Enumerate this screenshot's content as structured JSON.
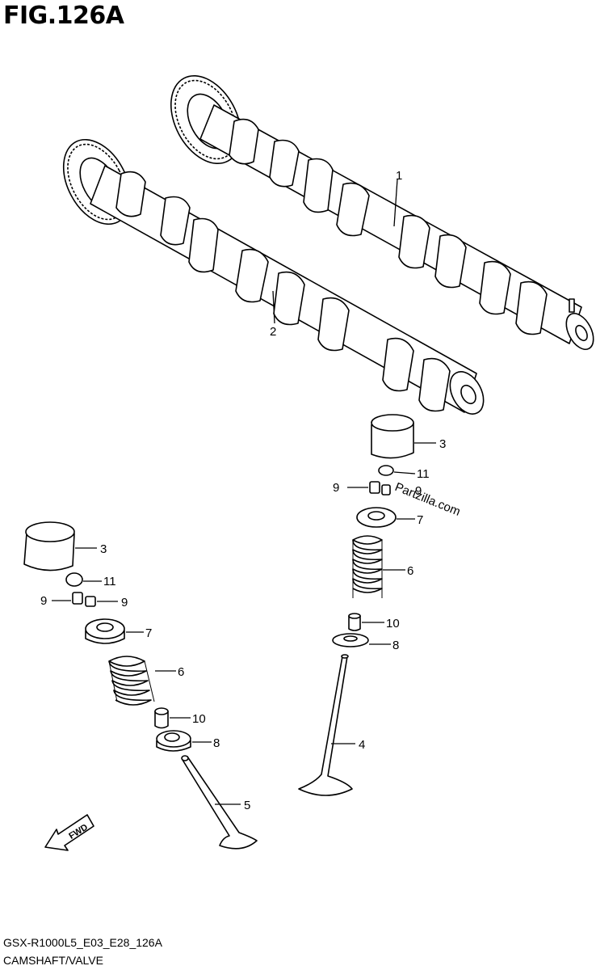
{
  "figure": {
    "title": "FIG.126A"
  },
  "footer": {
    "model_code": "GSX-R1000L5_E03_E28_126A",
    "section_name": "CAMSHAFT/VALVE"
  },
  "watermark": {
    "text": "Partzilla.com"
  },
  "direction_indicator": {
    "label": "FWD"
  },
  "callouts": {
    "c1": "1",
    "c2": "2",
    "c3a": "3",
    "c11a": "11",
    "c9a": "9",
    "c9b": "9",
    "c7a": "7",
    "c6a": "6",
    "c10a": "10",
    "c8a": "8",
    "c4": "4",
    "c3b": "3",
    "c11b": "11",
    "c9c": "9",
    "c9d": "9",
    "c7b": "7",
    "c6b": "6",
    "c10b": "10",
    "c8b": "8",
    "c5": "5"
  }
}
